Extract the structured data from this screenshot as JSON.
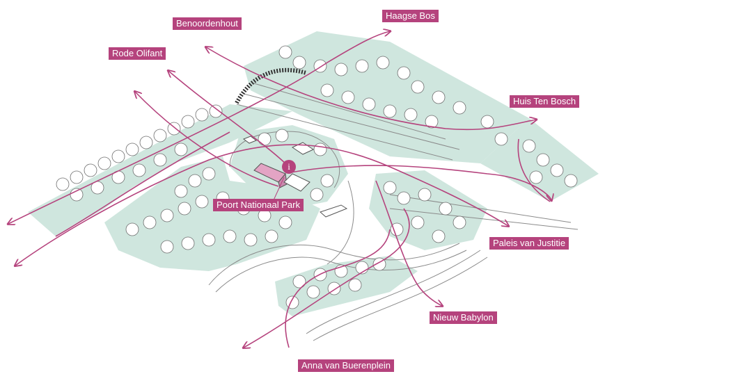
{
  "colors": {
    "accent": "#b5437d",
    "park_green": "#cfe6de",
    "line": "#555555",
    "building_highlight": "#e3a4c4"
  },
  "labels": {
    "haagse_bos": "Haagse Bos",
    "benoordenhout": "Benoordenhout",
    "rode_olifant": "Rode Olifant",
    "huis_ten_bosch": "Huis Ten Bosch",
    "poort_nationaal_park": "Poort Nationaal Park",
    "paleis_van_justitie": "Paleis van Justitie",
    "nieuw_babylon": "Nieuw Babylon",
    "anna_van_buerenplein": "Anna van Buerenplein"
  },
  "info_marker": {
    "icon": "info-icon",
    "glyph": "i"
  }
}
